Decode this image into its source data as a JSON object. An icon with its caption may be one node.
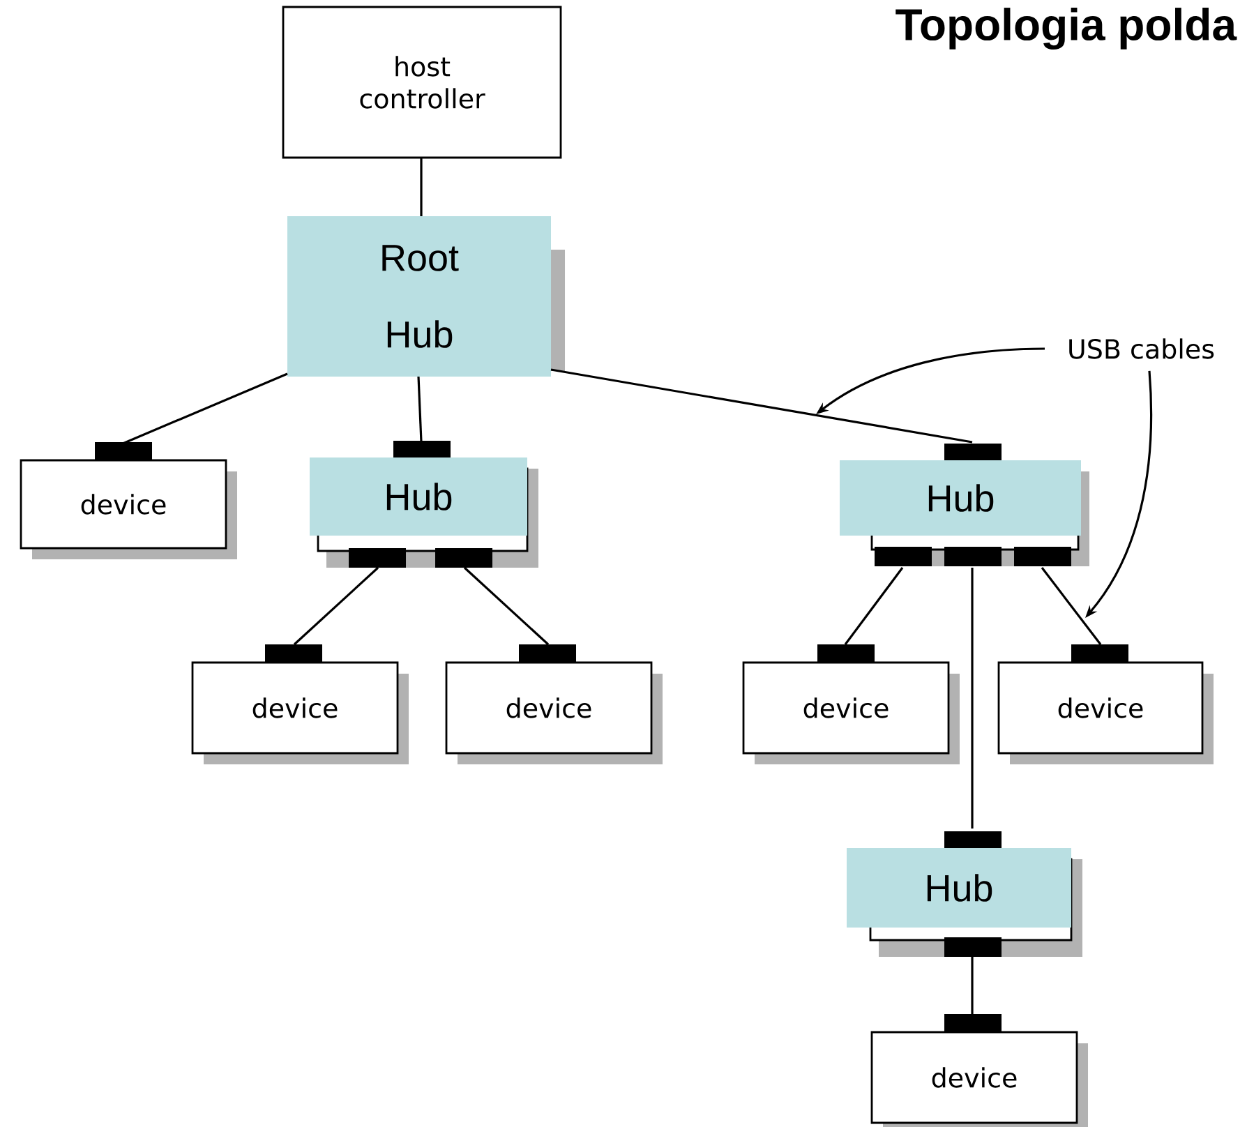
{
  "diagram": {
    "title": "Topologia polda",
    "nodes": [
      {
        "text": [
          "host controller"
        ]
      },
      {
        "text": [
          "Root",
          "Hub"
        ]
      },
      {
        "text": [
          "device"
        ]
      },
      {
        "text": [
          "Hub"
        ]
      },
      {
        "text": [
          "Hub"
        ]
      },
      {
        "text": [
          "device"
        ]
      },
      {
        "text": [
          "device"
        ]
      },
      {
        "text": [
          "device"
        ]
      },
      {
        "text": [
          "device"
        ]
      },
      {
        "text": [
          "Hub"
        ]
      },
      {
        "text": [
          "device"
        ]
      },
      {
        "text": [
          "USB cables"
        ]
      }
    ],
    "edges": [
      {
        "from": 0,
        "to": 1,
        "arrow": "none"
      },
      {
        "from": 1,
        "to": 2,
        "arrow": "none"
      },
      {
        "from": 1,
        "to": 3,
        "arrow": "none"
      },
      {
        "from": 1,
        "to": 4,
        "arrow": "none"
      },
      {
        "from": 3,
        "to": 5,
        "arrow": "none"
      },
      {
        "from": 3,
        "to": 6,
        "arrow": "none"
      },
      {
        "from": 4,
        "to": 7,
        "arrow": "none"
      },
      {
        "from": 4,
        "to": 8,
        "arrow": "none"
      },
      {
        "from": 4,
        "to": 9,
        "arrow": "none"
      },
      {
        "from": 9,
        "to": 10,
        "arrow": "none"
      },
      {
        "from": 11,
        "to": null,
        "arrow": "to"
      },
      {
        "from": 11,
        "to": null,
        "arrow": "to"
      }
    ]
  }
}
